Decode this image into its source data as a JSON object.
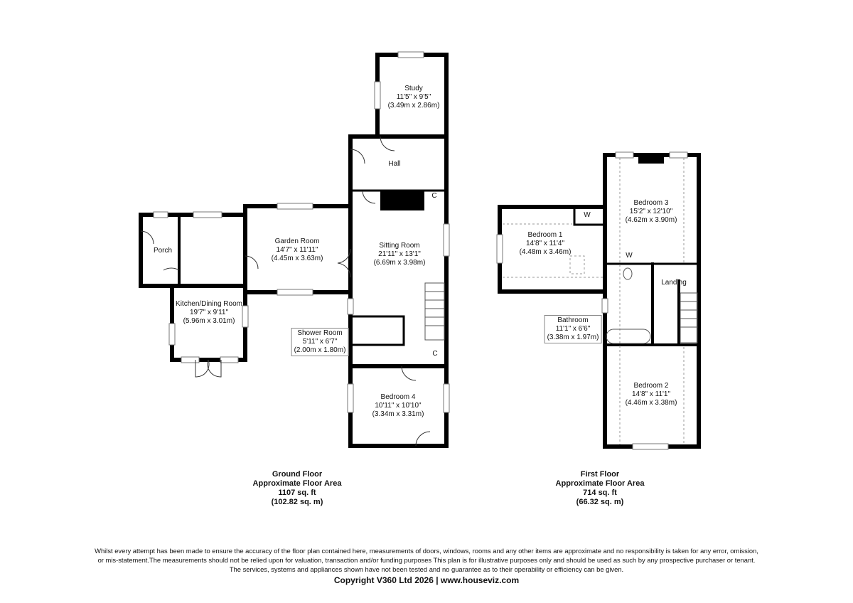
{
  "ground_floor": {
    "rooms": [
      {
        "name": "Study",
        "imperial": "11'5\" x 9'5\"",
        "metric": "(3.49m x 2.86m)"
      },
      {
        "name": "Hall"
      },
      {
        "name": "Sitting Room",
        "imperial": "21'11\" x 13'1\"",
        "metric": "(6.69m x 3.98m)"
      },
      {
        "name": "Garden Room",
        "imperial": "14'7\" x 11'11\"",
        "metric": "(4.45m x 3.63m)"
      },
      {
        "name": "Porch"
      },
      {
        "name": "Kitchen/Dining Room",
        "imperial": "19'7\" x 9'11\"",
        "metric": "(5.96m x 3.01m)"
      },
      {
        "name": "Shower Room",
        "imperial": "5'11\" x 6'7\"",
        "metric": "(2.00m x 1.80m)"
      },
      {
        "name": "Bedroom 4",
        "imperial": "10'11\" x 10'10\"",
        "metric": "(3.34m x 3.31m)"
      }
    ],
    "cupboards": [
      "C",
      "C"
    ],
    "summary": {
      "title": "Ground Floor",
      "subtitle": "Approximate Floor Area",
      "sqft": "1107 sq. ft",
      "sqm": "(102.82 sq. m)"
    }
  },
  "first_floor": {
    "rooms": [
      {
        "name": "Bedroom 3",
        "imperial": "15'2\" x 12'10\"",
        "metric": "(4.62m x 3.90m)"
      },
      {
        "name": "Bedroom 1",
        "imperial": "14'8\" x 11'4\"",
        "metric": "(4.48m x 3.46m)"
      },
      {
        "name": "Landing"
      },
      {
        "name": "Bathroom",
        "imperial": "11'1\" x 6'6\"",
        "metric": "(3.38m x 1.97m)"
      },
      {
        "name": "Bedroom 2",
        "imperial": "14'8\" x 11'1\"",
        "metric": "(4.46m x 3.38m)"
      }
    ],
    "wardrobes": [
      "W",
      "W"
    ],
    "summary": {
      "title": "First Floor",
      "subtitle": "Approximate Floor Area",
      "sqft": "714 sq. ft",
      "sqm": "(66.32 sq. m)"
    }
  },
  "disclaimer": [
    "Whilst every attempt has been made to ensure the accuracy of the floor plan contained here, measurements of doors, windows, rooms and any other items are approximate and no responsibility is taken for any error, omission,",
    "or mis-statement.The measurements should not be relied upon for valuation, transaction and/or funding purposes This plan is for illustrative purposes only and should be used as such by any prospective purchaser or tenant.",
    "The services, systems and appliances shown have not been tested and no guarantee as to their operability or efficiency can be given."
  ],
  "copyright": "Copyright V360 Ltd 2026 | www.houseviz.com"
}
